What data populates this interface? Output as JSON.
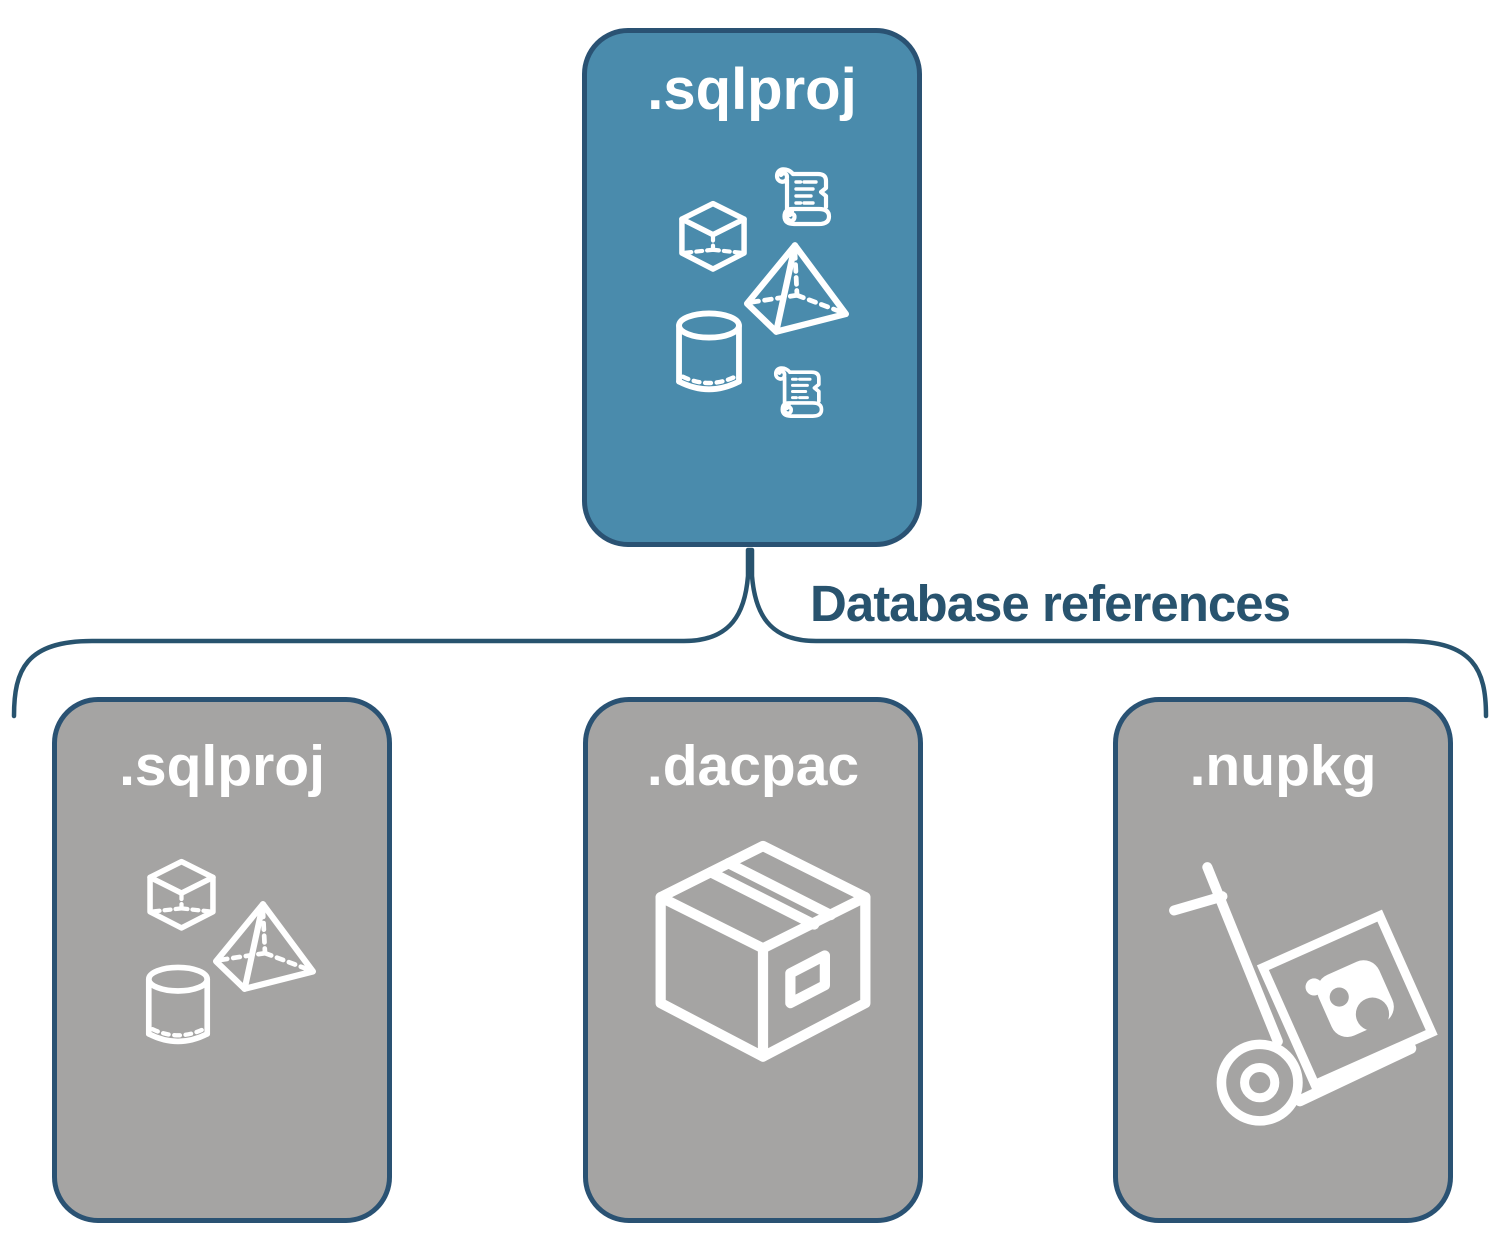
{
  "root_card": {
    "label": ".sqlproj",
    "icons": [
      "script-scroll",
      "cube",
      "pyramid",
      "cylinder",
      "script-scroll"
    ]
  },
  "connector_label": "Database references",
  "child_cards": [
    {
      "label": ".sqlproj",
      "icons": [
        "cube",
        "pyramid",
        "cylinder"
      ]
    },
    {
      "label": ".dacpac",
      "icons": [
        "package-box"
      ]
    },
    {
      "label": ".nupkg",
      "icons": [
        "hand-truck-package"
      ]
    }
  ],
  "colors": {
    "root_card_fill": "#4a8bac",
    "child_card_fill": "#a5a4a3",
    "card_border": "#2a5273",
    "connector": "#28536e",
    "connector_label_text": "#28536e",
    "card_label_text": "#ffffff",
    "icon_stroke": "#ffffff"
  }
}
